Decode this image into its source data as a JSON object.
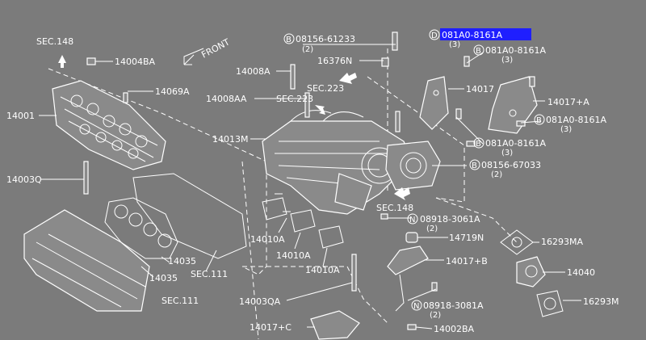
{
  "labels": {
    "sec148_top": "SEC.148",
    "p14004BA": "14004BA",
    "p14069A": "14069A",
    "front": "FRONT",
    "p14001": "14001",
    "p14003Q": "14003Q",
    "p14035a": "14035",
    "p14035b": "14035",
    "sec111a": "SEC.111",
    "sec111b": "SEC.111",
    "b08156_61233": "08156-61233",
    "b08156_61233_qty": "(2)",
    "p16376N": "16376N",
    "p14008A": "14008A",
    "sec223a": "SEC.223",
    "sec223b": "SEC.223",
    "p14008AA": "14008AA",
    "p14013M": "14013M",
    "d081A0_highlight": "081A0-8161A",
    "d081A0_highlight_qty": "(3)",
    "b081A0_1": "081A0-8161A",
    "b081A0_1_qty": "(3)",
    "p14017": "14017",
    "p14017A": "14017+A",
    "b081A0_2": "081A0-8161A",
    "b081A0_2_qty": "(3)",
    "b081A0_3": "081A0-8161A",
    "b081A0_3_qty": "(3)",
    "b08156_67033": "08156-67033",
    "b08156_67033_qty": "(2)",
    "sec148_mid": "SEC.148",
    "n08918_3061A": "08918-3061A",
    "n08918_3061A_qty": "(2)",
    "p14719N": "14719N",
    "p16293MA": "16293MA",
    "p14017B": "14017+B",
    "p14040": "14040",
    "p14010Aa": "14010A",
    "p14010Ab": "14010A",
    "p14010Ac": "14010A",
    "n08918_3081A": "08918-3081A",
    "n08918_3081A_qty": "(2)",
    "p16293M": "16293M",
    "p14003QA": "14003QA",
    "p14017C": "14017+C",
    "p14002BA": "14002BA"
  },
  "prefix_symbols": {
    "B": "B",
    "D": "D",
    "N": "N"
  },
  "colors": {
    "background": "#7b7b7b",
    "line": "#ffffff",
    "highlight": "#1f1fff"
  }
}
